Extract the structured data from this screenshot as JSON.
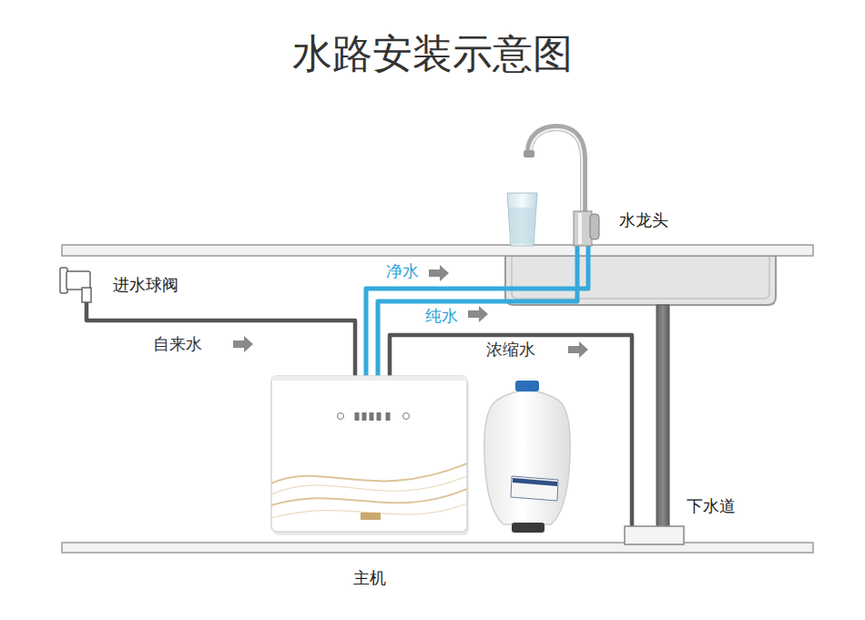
{
  "diagram": {
    "title": "水路安装示意图",
    "nodes": [
      {
        "text": [
          "水龙头"
        ]
      },
      {
        "text": [
          "进水球阀"
        ]
      },
      {
        "text": [
          "主机"
        ]
      },
      {
        "text": [
          "下水道"
        ]
      }
    ],
    "edges": [
      {
        "from": 1,
        "to": 2,
        "arrow": "none",
        "label": "自来水"
      },
      {
        "from": 2,
        "to": 0,
        "arrow": "none",
        "label": "净水"
      },
      {
        "from": 2,
        "to": 0,
        "arrow": "none",
        "label": "纯水"
      },
      {
        "from": 2,
        "to": 3,
        "arrow": "none",
        "label": "浓缩水"
      }
    ]
  }
}
